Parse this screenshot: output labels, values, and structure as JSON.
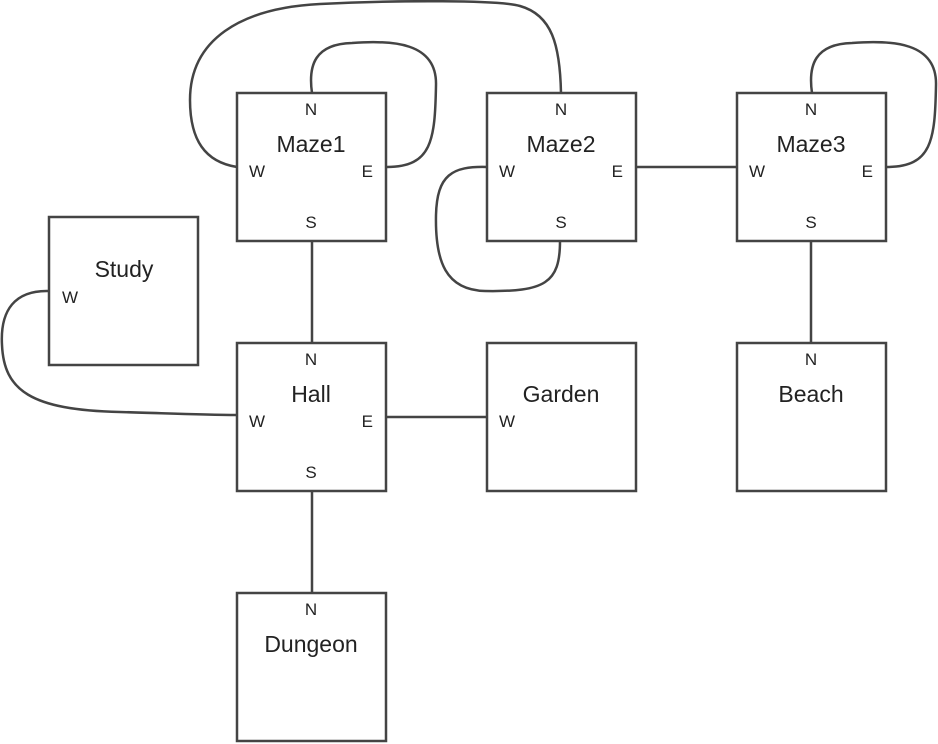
{
  "rooms": [
    {
      "id": "maze1",
      "name": "Maze1",
      "ports": [
        "N",
        "W",
        "E",
        "S"
      ]
    },
    {
      "id": "maze2",
      "name": "Maze2",
      "ports": [
        "N",
        "W",
        "E",
        "S"
      ]
    },
    {
      "id": "maze3",
      "name": "Maze3",
      "ports": [
        "N",
        "W",
        "E",
        "S"
      ]
    },
    {
      "id": "study",
      "name": "Study",
      "ports": [
        "W"
      ]
    },
    {
      "id": "hall",
      "name": "Hall",
      "ports": [
        "N",
        "W",
        "E",
        "S"
      ]
    },
    {
      "id": "garden",
      "name": "Garden",
      "ports": [
        "W"
      ]
    },
    {
      "id": "beach",
      "name": "Beach",
      "ports": [
        "N"
      ]
    },
    {
      "id": "dungeon",
      "name": "Dungeon",
      "ports": [
        "N"
      ]
    }
  ],
  "connections": [
    {
      "from": "maze1.N",
      "to": "maze1.E"
    },
    {
      "from": "maze1.W",
      "to": "maze2.N"
    },
    {
      "from": "maze1.S",
      "to": "hall.N"
    },
    {
      "from": "maze2.W",
      "to": "maze2.S"
    },
    {
      "from": "maze2.E",
      "to": "maze3.W"
    },
    {
      "from": "maze3.N",
      "to": "maze3.E"
    },
    {
      "from": "maze3.S",
      "to": "beach.N"
    },
    {
      "from": "study.W",
      "to": "hall.W"
    },
    {
      "from": "hall.E",
      "to": "garden.W"
    },
    {
      "from": "hall.S",
      "to": "dungeon.N"
    }
  ]
}
